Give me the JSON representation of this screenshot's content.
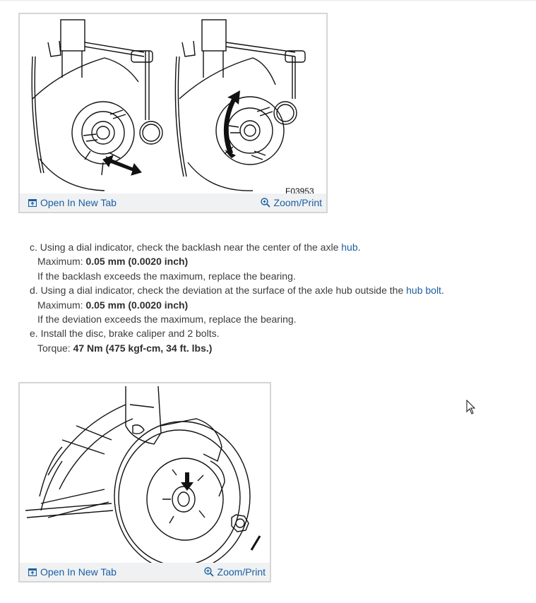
{
  "figure1": {
    "code": "F03953",
    "open_new_tab": "Open In New Tab",
    "zoom_print": "Zoom/Print"
  },
  "steps": {
    "c": {
      "text": "c. Using a dial indicator, check the backlash near the center of the axle ",
      "link": "hub",
      "end": ".",
      "max_label": "Maximum: ",
      "max_value": "0.05 mm (0.0020 inch)",
      "note": "If the backlash exceeds the maximum, replace the bearing."
    },
    "d": {
      "text": "d. Using a dial indicator, check the deviation at the surface of the axle hub outside the ",
      "link": "hub bolt",
      "end": ".",
      "max_label": "Maximum: ",
      "max_value": "0.05 mm (0.0020 inch)",
      "note": "If the deviation exceeds the maximum, replace the bearing."
    },
    "e": {
      "text": "e. Install the disc, brake caliper and 2 bolts.",
      "torque_label": "Torque: ",
      "torque_value": "47 Nm (475 kgf-cm, 34 ft. lbs.)"
    }
  },
  "figure2": {
    "open_new_tab": "Open In New Tab",
    "zoom_print": "Zoom/Print"
  },
  "colors": {
    "link": "#1a5fa0",
    "caption_bar": "#f0f1f3",
    "figure_border": "#d5d5d5"
  }
}
